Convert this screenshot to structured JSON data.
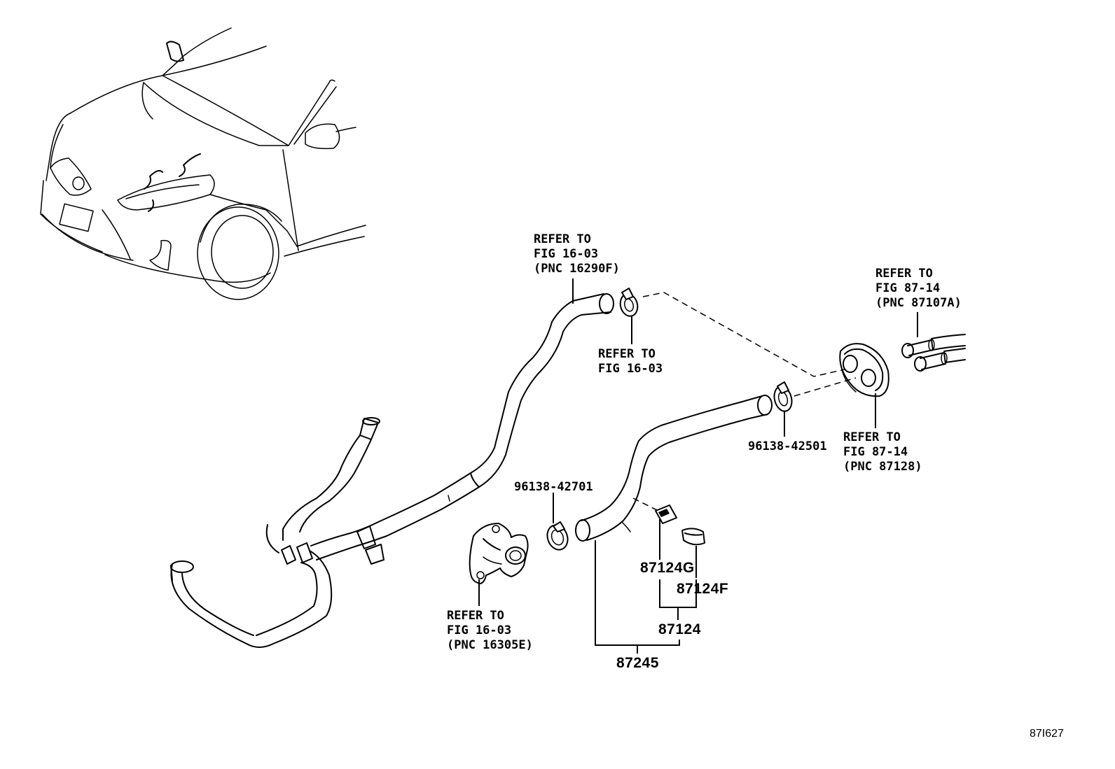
{
  "diagram_code": "87I627",
  "refs": {
    "ref_16290f": [
      "REFER TO",
      "FIG 16-03",
      "(PNC 16290F)"
    ],
    "ref_clip": [
      "REFER TO",
      "FIG 16-03"
    ],
    "ref_87107a": [
      "REFER TO",
      "FIG 87-14",
      "(PNC 87107A)"
    ],
    "ref_87128": [
      "REFER TO",
      "FIG 87-14",
      "(PNC 87128)"
    ],
    "ref_16305e": [
      "REFER TO",
      "FIG 16-03",
      "(PNC 16305E)"
    ]
  },
  "parts": {
    "clamp_upper": "96138-42501",
    "clamp_lower": "96138-42701",
    "clip_g": "87124G",
    "clip_f": "87124F",
    "clip_set": "87124",
    "hose": "87245"
  }
}
